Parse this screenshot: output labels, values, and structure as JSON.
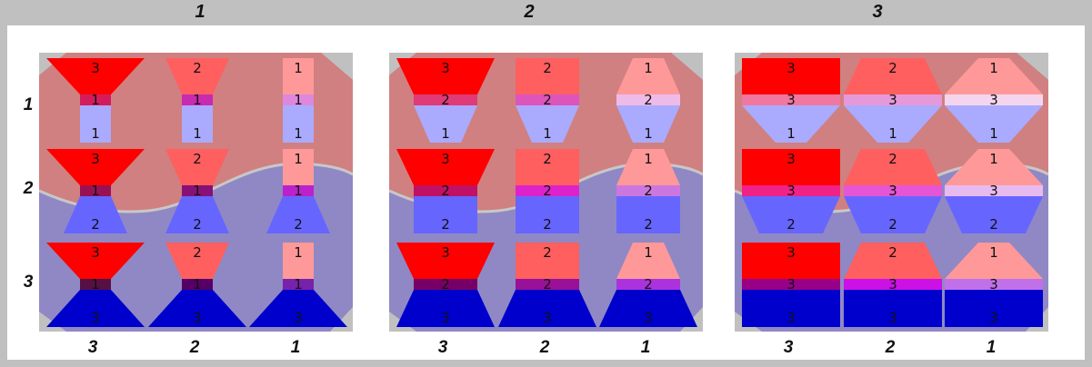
{
  "panels": [
    {
      "label": "1",
      "band_value": "1",
      "band_colors": [
        [
          "#d41c5c",
          "#c82ab0",
          "#dd88dd"
        ],
        [
          "#991155",
          "#881177",
          "#bb22cc"
        ],
        [
          "#551144",
          "#550066",
          "#7722aa"
        ]
      ]
    },
    {
      "label": "2",
      "band_value": "2",
      "band_colors": [
        [
          "#e03a77",
          "#dd55bb",
          "#eebbe8"
        ],
        [
          "#c01166",
          "#dd22cc",
          "#cc77e0"
        ],
        [
          "#770066",
          "#991199",
          "#aa33dd"
        ]
      ]
    },
    {
      "label": "3",
      "band_value": "3",
      "band_colors": [
        [
          "#f077a0",
          "#e699d9",
          "#f5d5ee"
        ],
        [
          "#f02288",
          "#e655d6",
          "#e8bbf0"
        ],
        [
          "#990088",
          "#cc11e6",
          "#c070e8"
        ]
      ]
    }
  ],
  "row_labels": [
    "1",
    "2",
    "3"
  ],
  "col_labels": [
    "3",
    "2",
    "1"
  ],
  "colors": {
    "top": {
      "1": "#ff9999",
      "2": "#ff5f5f",
      "3": "#ff0000"
    },
    "bottom": {
      "1": "#aaaaff",
      "2": "#6666ff",
      "3": "#0000cc"
    },
    "red_region": "#d08080",
    "blue_region": "#9088c4",
    "panel_bg": "#c0c0c0"
  }
}
